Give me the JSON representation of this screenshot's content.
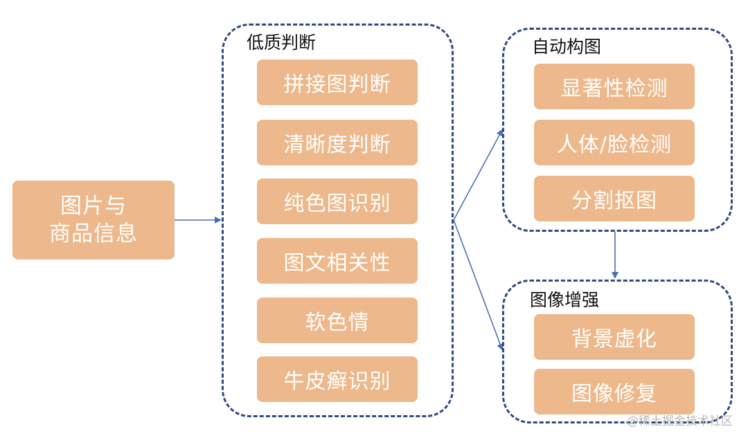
{
  "source": {
    "line1": "图片与",
    "line2": "商品信息"
  },
  "groups": {
    "low_quality": {
      "title": "低质判断",
      "items": [
        "拼接图判断",
        "清晰度判断",
        "纯色图识别",
        "图文相关性",
        "软色情",
        "牛皮癣识别"
      ]
    },
    "auto_composition": {
      "title": "自动构图",
      "items": [
        "显著性检测",
        "人体/脸检测",
        "分割抠图"
      ]
    },
    "image_enhance": {
      "title": "图像增强",
      "items": [
        "背景虚化",
        "图像修复"
      ]
    }
  },
  "watermark": "@稀土掘金技术社区",
  "colors": {
    "node_fill": "#edb88b",
    "node_text": "#ffffff",
    "group_border": "#2f4a7f",
    "arrow": "#4a6fb5"
  }
}
